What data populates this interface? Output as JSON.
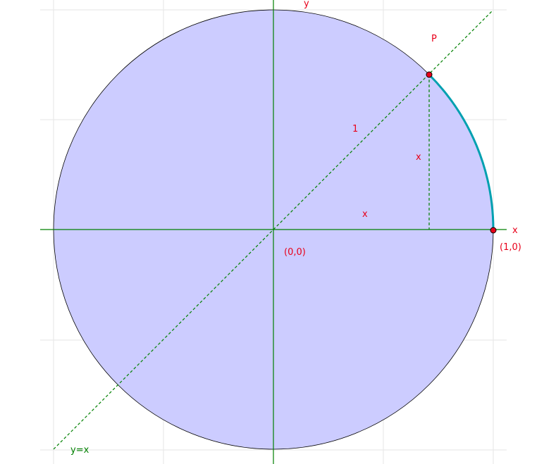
{
  "colors": {
    "disk_fill": "#ccccff",
    "disk_stroke": "#000000",
    "axis": "#008000",
    "grid": "#e6e6e6",
    "diagonal": "#008000",
    "arc": "#00a0b0",
    "label": "#e8001a",
    "point_fill": "#e8001a",
    "diag_label": "#008000"
  },
  "labels": {
    "y_axis": "y",
    "x_axis": "x",
    "point_p": "P",
    "radius": "1",
    "vertical_leg": "x",
    "angle": "x",
    "origin": "(0,0)",
    "unit_point": "(1,0)",
    "diagonal": "y=x"
  }
}
